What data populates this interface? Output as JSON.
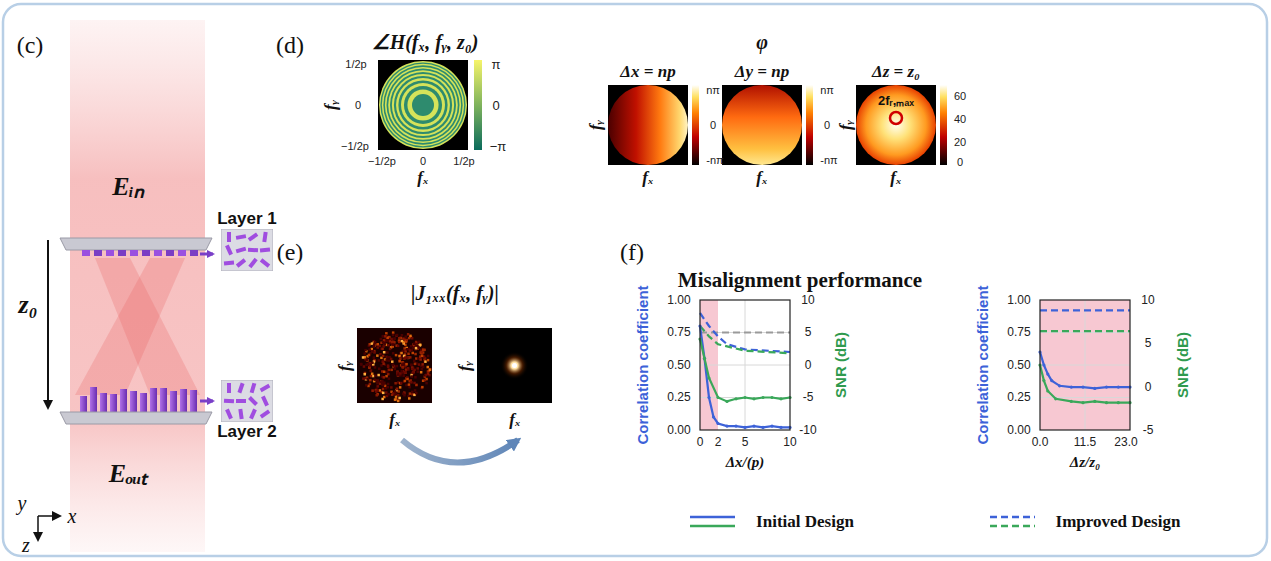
{
  "diagram": {
    "nodes": [
      {
        "text": [
          "Layer 1"
        ]
      },
      {
        "text": [
          "Layer 2"
        ]
      }
    ],
    "labels": [
      "(c)",
      "Eᵢₙ",
      "z₀",
      "Eₒᵤₜ",
      "y",
      "x",
      "z",
      "(d)",
      "∠H(fₓ, fᵧ, z₀)",
      "1/2p",
      "0",
      "−1/2p",
      "−1/2p",
      "0",
      "1/2p",
      "fᵧ",
      "fₓ",
      "π",
      "0",
      "−π",
      "φ",
      "Δx = np",
      "Δy = np",
      "Δz = z₀",
      "fᵧ",
      "fₓ",
      "nπ",
      "0",
      "-nπ",
      "fₓ",
      "nπ",
      "0",
      "-nπ",
      "fᵧ",
      "fₓ",
      "2fᵣ,ₘₐₓ",
      "60",
      "40",
      "20",
      "0",
      "(e)",
      "|J₁ₓₓ(fₓ, fᵧ)|",
      "fᵧ",
      "fₓ",
      "fᵧ",
      "fₓ",
      "(f)",
      "Misalignment performance",
      "Correlation coefficient",
      "1.00",
      "0.75",
      "0.50",
      "0.25",
      "0.00",
      "10",
      "5",
      "0",
      "-5",
      "-10",
      "SNR (dB)",
      "0",
      "2",
      "5",
      "10",
      "Δx/(p)",
      "Correlation coefficient",
      "1.00",
      "0.75",
      "0.50",
      "0.25",
      "0.00",
      "10",
      "5",
      "0",
      "-5",
      "SNR (dB)",
      "0.0",
      "11.5",
      "23.0",
      "Δz/z₀"
    ],
    "legend": [
      {
        "text": "Initial Design"
      },
      {
        "text": "Improved Design"
      }
    ]
  }
}
